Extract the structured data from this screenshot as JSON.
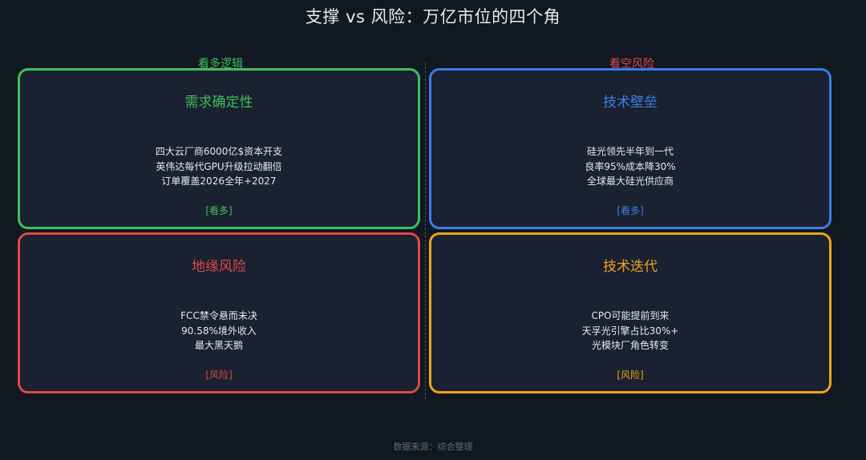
{
  "title": "支撑 vs 风险：万亿市位的四个角",
  "labels": {
    "left": "看多逻辑",
    "right": "看空风险"
  },
  "colors": {
    "green": "#3fbf5a",
    "blue": "#3b7ee6",
    "red": "#e04848",
    "orange": "#f0a21c"
  },
  "cards": [
    {
      "title": "需求确定性",
      "lines": [
        "四大云厂商6000亿$资本开支",
        "英伟达每代GPU升级拉动翻倍",
        "订单覆盖2026全年+2027"
      ],
      "tag": "[看多]",
      "color": "#3fbf5a"
    },
    {
      "title": "技术壁垒",
      "lines": [
        "硅光领先半年到一代",
        "良率95%成本降30%",
        "全球最大硅光供应商"
      ],
      "tag": "[看多]",
      "color": "#3b7ee6"
    },
    {
      "title": "地缘风险",
      "lines": [
        "FCC禁令悬而未决",
        "90.58%境外收入",
        "最大黑天鹅"
      ],
      "tag": "[风险]",
      "color": "#e04848"
    },
    {
      "title": "技术迭代",
      "lines": [
        "CPO可能提前到来",
        "天孚光引擎占比30%+",
        "光模块厂角色转变"
      ],
      "tag": "[风险]",
      "color": "#f0a21c"
    }
  ],
  "footer": "数据来源：综合整理"
}
